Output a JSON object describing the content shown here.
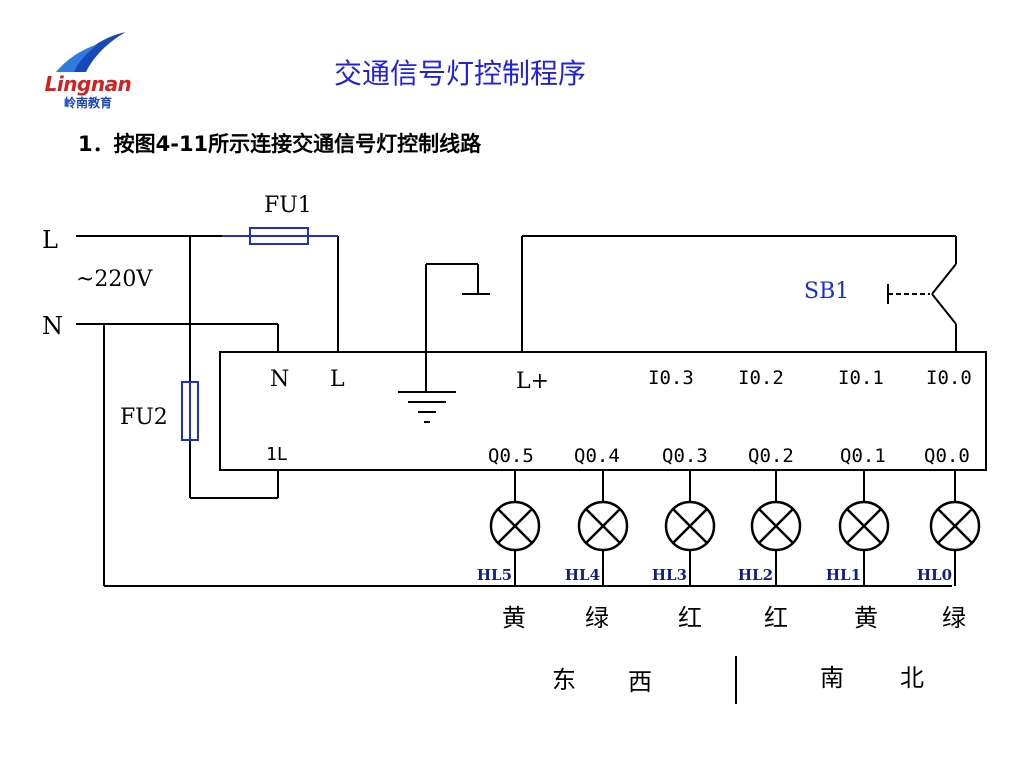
{
  "slide": {
    "title": "交通信号灯控制程序",
    "subtitle": "1．按图4-11所示连接交通信号灯控制线路"
  },
  "logo": {
    "word": "Lingnan",
    "sub": "岭南教育",
    "icon": "lingnan-wave-logo"
  },
  "supply": {
    "l": "L",
    "n": "N",
    "voltage": "~220V",
    "fu1": "FU1",
    "fu2": "FU2"
  },
  "plc": {
    "terminal_n": "N",
    "terminal_l": "L",
    "terminal_lplus": "L+",
    "terminal_1l": "1L",
    "inputs": [
      "I0.3",
      "I0.2",
      "I0.1",
      "I0.0"
    ],
    "outputs": [
      "Q0.5",
      "Q0.4",
      "Q0.3",
      "Q0.2",
      "Q0.1",
      "Q0.0"
    ]
  },
  "switch": {
    "label": "SB1"
  },
  "lamps": {
    "labels": [
      "HL5",
      "HL4",
      "HL3",
      "HL2",
      "HL1",
      "HL0"
    ],
    "colors": [
      "黄",
      "绿",
      "红",
      "红",
      "黄",
      "绿"
    ]
  },
  "directions": {
    "east_west": [
      "东",
      "西"
    ],
    "north_south": [
      "南",
      "北"
    ]
  },
  "colors": {
    "title": "#2222dd",
    "fuse": "#1a2fd6",
    "lamp_label": "#0f1e8c",
    "logo_red": "#d42020",
    "logo_blue": "#1a47b8"
  }
}
